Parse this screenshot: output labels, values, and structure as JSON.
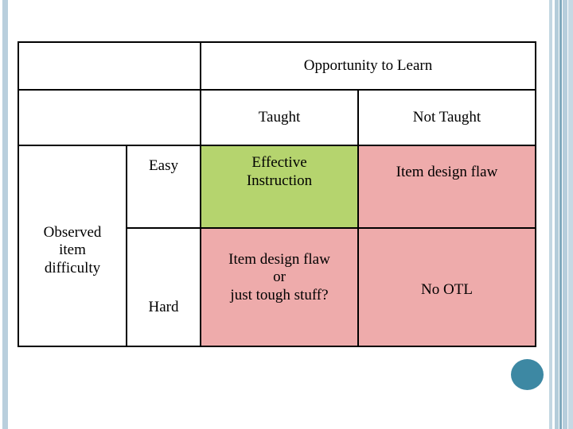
{
  "slide": {
    "background_color": "#ffffff",
    "decoration": {
      "left_stripe_color": "#b9cfdd",
      "right_stripe_colors": [
        "#c3d7e2",
        "#b3ccda",
        "#7fa9bd",
        "#b6cedc",
        "#c6d9e4"
      ],
      "circle_color": "#3d88a3"
    }
  },
  "matrix": {
    "column_group_header": "Opportunity to Learn",
    "column_headers": [
      "Taught",
      "Not Taught"
    ],
    "row_group_header": "Observed\nitem\ndifficulty",
    "row_group_lines": [
      "Observed",
      "item",
      "difficulty"
    ],
    "row_headers": [
      "Easy",
      "Hard"
    ],
    "colors": {
      "green_fill": "#b5d46e",
      "pink_fill": "#eeabab",
      "border": "#000000"
    },
    "cells": [
      {
        "row": "Easy",
        "column": "Taught",
        "lines": [
          "Effective",
          "Instruction"
        ],
        "text": "Effective Instruction",
        "fill": "#b5d46e"
      },
      {
        "row": "Easy",
        "column": "Not Taught",
        "lines": [
          "Item design flaw"
        ],
        "text": "Item design flaw",
        "fill": "#eeabab"
      },
      {
        "row": "Hard",
        "column": "Taught",
        "lines": [
          "Item design flaw",
          "or",
          "just tough stuff?"
        ],
        "text": "Item design flaw or just tough stuff?",
        "fill": "#eeabab"
      },
      {
        "row": "Hard",
        "column": "Not Taught",
        "lines": [
          "No OTL"
        ],
        "text": "No OTL",
        "fill": "#eeabab"
      }
    ]
  }
}
